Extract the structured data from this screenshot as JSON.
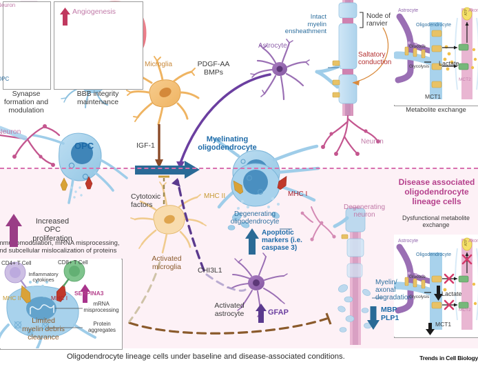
{
  "figure": {
    "caption": "Oligodendrocyte lineage cells under baseline and disease-associated conditions.",
    "journal_footer": "Trends in Cell Biology",
    "regions": {
      "baseline_label": "",
      "disease_label": "Disease associated\noligodendrocyte\nlineage cells"
    }
  },
  "colors": {
    "baseline_bg": "#ffffff",
    "disease_bg": "#fdf1f6",
    "divider": "#d86fae",
    "opc_blue": "#8fc4e3",
    "oligodendrocyte_blue": "#a8d2ec",
    "neuron_pink": "#c4568f",
    "astrocyte_purple": "#8f62ab",
    "microglia_orange": "#f0b968",
    "mhc1_red": "#c0392b",
    "mhc2_gold": "#d9a237",
    "axon_pink": "#e0a6c8",
    "arrow_blue": "#2a6a96",
    "arrow_magenta": "#a83a8c",
    "vessel_red": "#e8808c"
  },
  "panels": {
    "synapse": {
      "caption": "Synapse\nformation and\nmodulation",
      "labels": {
        "neuron": "Neuron",
        "opc": "OPC"
      }
    },
    "bbb": {
      "caption": "BBB integrity\nmaintenance",
      "labels": {
        "angiogenesis": "Angiogenesis"
      },
      "arrow_direction": "up"
    },
    "metabolite_healthy": {
      "caption": "Metabolite exchange",
      "labels": {
        "astrocyte": "Astrocyte",
        "oligodendrocyte": "Oligodendrocyte",
        "axon": "Axon",
        "glucose": "Glucose",
        "glycolysis": "Glycolysis",
        "lactate": "Lactate",
        "atp": "ATP",
        "mct1": "MCT1",
        "mct2": "MCT2"
      }
    },
    "metabolite_dysfunctional": {
      "caption": "Dysfunctional metabolite\nexchange",
      "labels": {
        "astrocyte": "Astrocyte",
        "oligodendrocyte": "Oligodendrocyte",
        "axon": "Axon",
        "glucose": "Glucose",
        "glycolysis": "Glycolysis",
        "lactate": "Lactate",
        "atp": "ATP",
        "mct1": "MCT1",
        "mct2": "MCT2"
      },
      "lactate_arrow": "down",
      "mct1_arrow": "down"
    },
    "immune": {
      "caption": "Immunomodulation, mRNA misprocessing,\nand subcellular mislocalization of proteins",
      "labels": {
        "cd4": "CD4+ T Cell",
        "cd8": "CD8+ T Cell",
        "cytokines": "Inflammatory\ncytokines",
        "mhc2": "MHC II",
        "mhc1": "MHC I",
        "serpina3": "SERPINA3",
        "mrna": "mRNA\nmisprocessing",
        "aggregates": "Protein\naggregates"
      },
      "serpina3_arrow": "up"
    }
  },
  "baseline": {
    "neuron": "Neuron",
    "opc": "OPC",
    "microglia": "Microglia",
    "igf1": "IGF-1",
    "pdgf": "PDGF-AA\nBMPs",
    "astrocyte": "Astrocyte",
    "myelinating_oligo": "Myelinating\noligodendrocyte",
    "intact_myelin": "Intact\nmyelin\nensheathment",
    "node_of_ranvier": "Node of\nranvier",
    "saltatory": "Saltatory\nconduction",
    "neuron_right": "Neuron"
  },
  "disease": {
    "increased_opc": "Increased\nOPC\nproliferation",
    "increased_opc_arrow": "up",
    "cytotoxic": "Cytotoxic\nfactors",
    "activated_microglia": "Activated\nmicroglia",
    "chi3l1": "CHI3L1",
    "mhc2": "MHC II",
    "mhc1": "MHC I",
    "degenerating_oligo": "Degenerating\noligodendrocyte",
    "apoptotic": "Apoptotic\nmarkers (i.e.\ncaspase 3)",
    "apoptotic_arrow": "up",
    "activated_astrocyte": "Activated\nastrocyte",
    "gfap": "GFAP",
    "gfap_arrow": "up",
    "limited_clearance": "Limited\nmyelin debris\nclearance",
    "degenerating_neuron": "Degenerating\nneuron",
    "myelin_degradation": "Myelin/\naxonal\ndegradation",
    "mbp_plp1": "MBP\nPLP1",
    "mbp_arrow": "down"
  }
}
